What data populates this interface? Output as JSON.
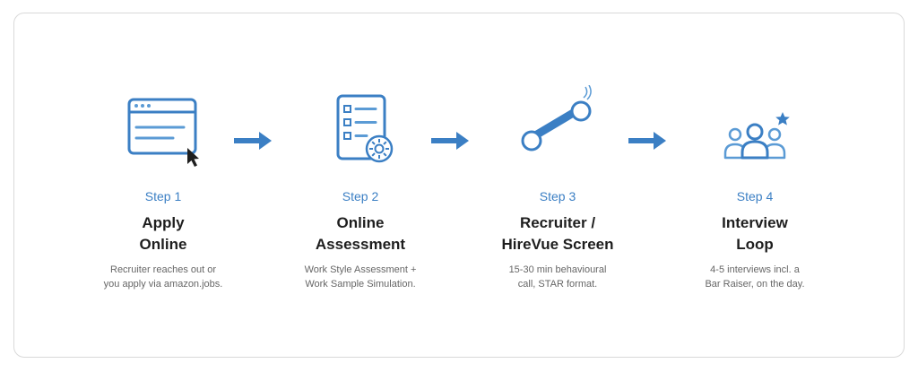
{
  "colors": {
    "accent": "#3b7fc4",
    "accent_light": "#5b9bd5",
    "title": "#1e1e1e",
    "text": "#666666",
    "border": "#d9d9d9"
  },
  "steps": [
    {
      "label": "Step 1",
      "title_line1": "Apply",
      "title_line2": "Online",
      "desc_line1": "Recruiter reaches out or",
      "desc_line2": "you apply via amazon.jobs.",
      "icon": "browser-window-cursor-icon"
    },
    {
      "label": "Step 2",
      "title_line1": "Online",
      "title_line2": "Assessment",
      "desc_line1": "Work Style Assessment +",
      "desc_line2": "Work Sample Simulation.",
      "icon": "checklist-gear-icon"
    },
    {
      "label": "Step 3",
      "title_line1": "Recruiter /",
      "title_line2": "HireVue Screen",
      "desc_line1": "15-30 min behavioural",
      "desc_line2": "call, STAR format.",
      "icon": "phone-handset-icon"
    },
    {
      "label": "Step 4",
      "title_line1": "Interview",
      "title_line2": "Loop",
      "desc_line1": "4-5 interviews incl. a",
      "desc_line2": "Bar Raiser, on the day.",
      "icon": "people-group-star-icon"
    }
  ]
}
